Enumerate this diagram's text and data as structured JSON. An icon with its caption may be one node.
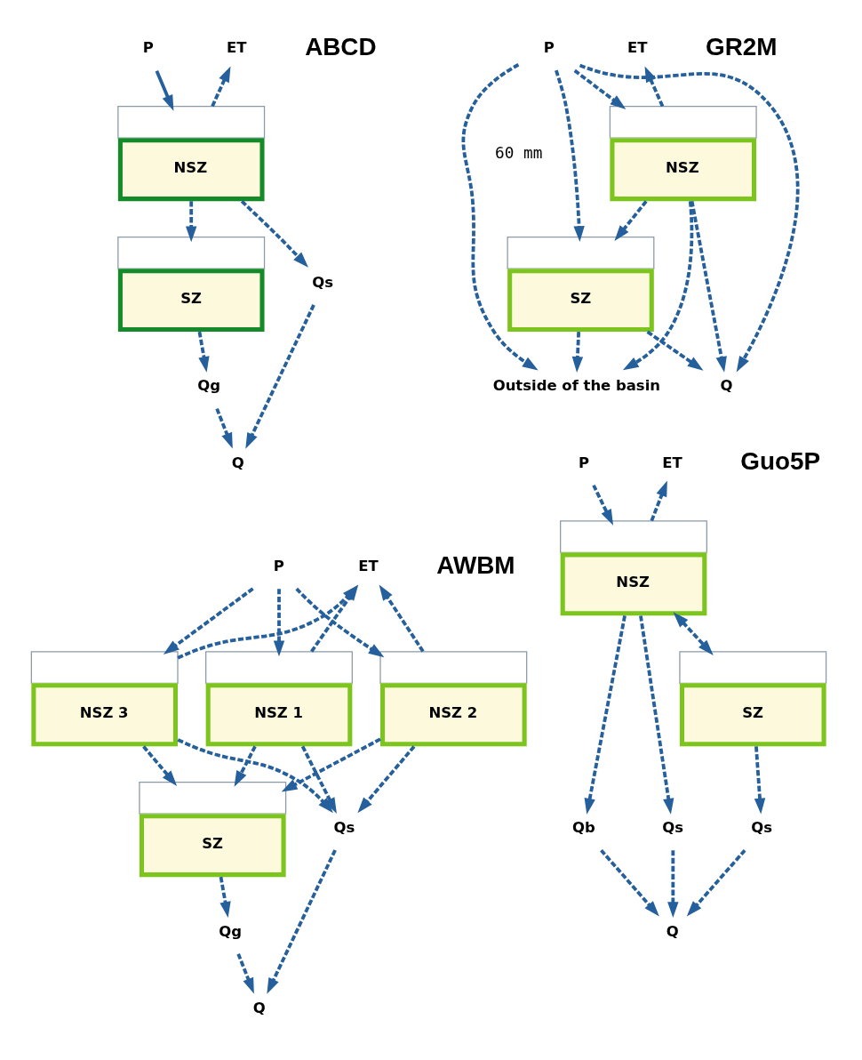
{
  "diagram": {
    "nodes": [
      {
        "text": [
          "ET"
        ]
      },
      {
        "text": [
          "P"
        ]
      },
      {
        "text": [
          "NSZ"
        ]
      },
      {
        "text": [
          "SZ"
        ]
      },
      {
        "text": [
          "Qs"
        ]
      },
      {
        "text": [
          "Qg"
        ]
      },
      {
        "text": [
          "Q"
        ]
      },
      {
        "text": [
          "ET"
        ]
      },
      {
        "text": [
          "P"
        ]
      },
      {
        "text": [
          "NSZ"
        ]
      },
      {
        "text": [
          "SZ"
        ]
      },
      {
        "text": [
          "Outside of the basin"
        ]
      },
      {
        "text": [
          "Q"
        ]
      },
      {
        "text": [
          "ET"
        ]
      },
      {
        "text": [
          "P"
        ]
      },
      {
        "text": [
          "NSZ 1"
        ]
      },
      {
        "text": [
          "NSZ 2"
        ]
      },
      {
        "text": [
          "NSZ 3"
        ]
      },
      {
        "text": [
          "SZ"
        ]
      },
      {
        "text": [
          "Qg"
        ]
      },
      {
        "text": [
          "Qs"
        ]
      },
      {
        "text": [
          "Q"
        ]
      },
      {
        "text": [
          "ET"
        ]
      },
      {
        "text": [
          "P"
        ]
      },
      {
        "text": [
          "NSZ"
        ]
      },
      {
        "text": [
          "SZ"
        ]
      },
      {
        "text": [
          "Qs"
        ]
      },
      {
        "text": [
          "Qb"
        ]
      },
      {
        "text": [
          "Qs"
        ]
      },
      {
        "text": [
          "Q"
        ]
      }
    ],
    "edges": [
      {
        "from": 2,
        "to": 0,
        "arrow": "to",
        "style": "dashed"
      },
      {
        "from": 1,
        "to": 2,
        "arrow": "to"
      },
      {
        "from": 2,
        "to": 4,
        "arrow": "to",
        "style": "dashed"
      },
      {
        "from": 2,
        "to": 3,
        "arrow": "to",
        "style": "dashed"
      },
      {
        "from": 3,
        "to": 5,
        "arrow": "to",
        "style": "dashed"
      },
      {
        "from": 4,
        "to": 6,
        "arrow": "to",
        "style": "dashed"
      },
      {
        "from": 5,
        "to": 6,
        "arrow": "to",
        "style": "dashed"
      },
      {
        "from": 9,
        "to": 7,
        "arrow": "to",
        "style": "dashed"
      },
      {
        "from": 8,
        "to": 9,
        "arrow": "to",
        "style": "dashed"
      },
      {
        "from": 8,
        "to": 10,
        "arrow": "to",
        "style": "dashed"
      },
      {
        "from": 9,
        "to": 10,
        "arrow": "to",
        "style": "dashed"
      },
      {
        "from": 8,
        "to": 11,
        "arrow": "to",
        "style": "dashed"
      },
      {
        "from": 8,
        "to": 12,
        "arrow": "to",
        "style": "dashed"
      },
      {
        "from": 9,
        "to": 11,
        "arrow": "to",
        "style": "dashed"
      },
      {
        "from": 9,
        "to": 12,
        "arrow": "to",
        "style": "dashed"
      },
      {
        "from": 10,
        "to": 11,
        "arrow": "to",
        "style": "dashed"
      },
      {
        "from": 10,
        "to": 12,
        "arrow": "to",
        "style": "dashed"
      },
      {
        "from": 15,
        "to": 13,
        "arrow": "to",
        "style": "dashed"
      },
      {
        "from": 16,
        "to": 13,
        "arrow": "to",
        "style": "dashed"
      },
      {
        "from": 17,
        "to": 13,
        "arrow": "to",
        "style": "dashed"
      },
      {
        "from": 14,
        "to": 15,
        "arrow": "to",
        "style": "dashed"
      },
      {
        "from": 14,
        "to": 16,
        "arrow": "to",
        "style": "dashed"
      },
      {
        "from": 14,
        "to": 17,
        "arrow": "to",
        "style": "dashed"
      },
      {
        "from": 15,
        "to": 18,
        "arrow": "to",
        "style": "dashed"
      },
      {
        "from": 16,
        "to": 18,
        "arrow": "to",
        "style": "dashed"
      },
      {
        "from": 17,
        "to": 18,
        "arrow": "to",
        "style": "dashed"
      },
      {
        "from": 15,
        "to": 20,
        "arrow": "to",
        "style": "dashed"
      },
      {
        "from": 16,
        "to": 20,
        "arrow": "to",
        "style": "dashed"
      },
      {
        "from": 17,
        "to": 20,
        "arrow": "to",
        "style": "dashed"
      },
      {
        "from": 18,
        "to": 19,
        "arrow": "to",
        "style": "dashed"
      },
      {
        "from": 19,
        "to": 21,
        "arrow": "to",
        "style": "dashed"
      },
      {
        "from": 20,
        "to": 21,
        "arrow": "to",
        "style": "dashed"
      },
      {
        "from": 24,
        "to": 22,
        "arrow": "to",
        "style": "dashed"
      },
      {
        "from": 23,
        "to": 24,
        "arrow": "to",
        "style": "dashed"
      },
      {
        "from": 24,
        "to": 28,
        "arrow": "to",
        "style": "dashed"
      },
      {
        "from": 24,
        "to": 25,
        "arrow": "both",
        "style": "dashed"
      },
      {
        "from": 24,
        "to": 27,
        "arrow": "to",
        "style": "dashed"
      },
      {
        "from": 25,
        "to": 26,
        "arrow": "to",
        "style": "dashed"
      },
      {
        "from": 26,
        "to": 29,
        "arrow": "to",
        "style": "dashed"
      },
      {
        "from": 27,
        "to": 29,
        "arrow": "to",
        "style": "dashed"
      },
      {
        "from": 28,
        "to": 29,
        "arrow": "to",
        "style": "dashed"
      }
    ],
    "labels": [
      "ABCD",
      "GR2M",
      "60 mm",
      "AWBM",
      "Guo5P"
    ]
  }
}
